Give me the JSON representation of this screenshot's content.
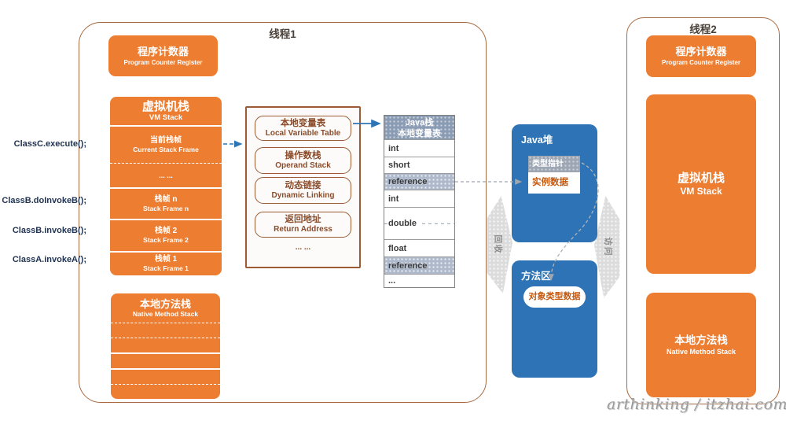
{
  "thread1": {
    "title": "线程1",
    "pcr": {
      "zh": "程序计数器",
      "en": "Program Counter Register"
    },
    "vm_stack": {
      "zh": "虚拟机栈",
      "en": "VM Stack",
      "frames": [
        {
          "zh": "当前栈帧",
          "en": "Current Stack Frame"
        },
        {
          "zh": "... ...",
          "en": ""
        },
        {
          "zh": "栈帧 n",
          "en": "Stack Frame n"
        },
        {
          "zh": "栈帧 2",
          "en": "Stack Frame 2"
        },
        {
          "zh": "栈帧 1",
          "en": "Stack Frame 1"
        }
      ]
    },
    "native_stack": {
      "zh": "本地方法栈",
      "en": "Native Method Stack"
    },
    "code_labels": [
      "ClassC.execute();",
      "ClassB.doInvokeB();",
      "ClassB.invokeB();",
      "ClassA.invokeA();"
    ]
  },
  "frame_detail": {
    "items": [
      {
        "zh": "本地变量表",
        "en": "Local Variable Table"
      },
      {
        "zh": "操作数栈",
        "en": "Operand Stack"
      },
      {
        "zh": "动态链接",
        "en": "Dynamic Linking"
      },
      {
        "zh": "返回地址",
        "en": "Return Address"
      }
    ],
    "ellipsis": "... ..."
  },
  "java_stack_table": {
    "header_line1": "Java栈",
    "header_line2": "本地变量表",
    "rows": [
      {
        "label": "int"
      },
      {
        "label": "short"
      },
      {
        "label": "reference"
      },
      {
        "label": "int"
      },
      {
        "label": "double"
      },
      {
        "label": "float"
      },
      {
        "label": "reference"
      },
      {
        "label": "..."
      }
    ]
  },
  "heap": {
    "title": "Java堆",
    "type_pointer": "类型指针",
    "instance_data": "实例数据"
  },
  "method_area": {
    "title": "方法区",
    "object_type_data": "对象类型数据"
  },
  "arrows": {
    "gc_label": "回收",
    "access_label": "访问"
  },
  "thread2": {
    "title": "线程2",
    "pcr": {
      "zh": "程序计数器",
      "en": "Program Counter Register"
    },
    "vm_stack": {
      "zh": "虚拟机栈",
      "en": "VM Stack"
    },
    "native_stack": {
      "zh": "本地方法栈",
      "en": "Native Method Stack"
    }
  },
  "watermark": "arthinking / itzhai.com",
  "colors": {
    "orange": "#ED7D31",
    "heap_blue": "#2D73B5",
    "table_header": "#8A9BB4",
    "reference_bg": "#AEBACC",
    "brown_border": "#9C5B35",
    "thread_border": "#A86A42",
    "arrow_gray": "#DCDCDC"
  }
}
